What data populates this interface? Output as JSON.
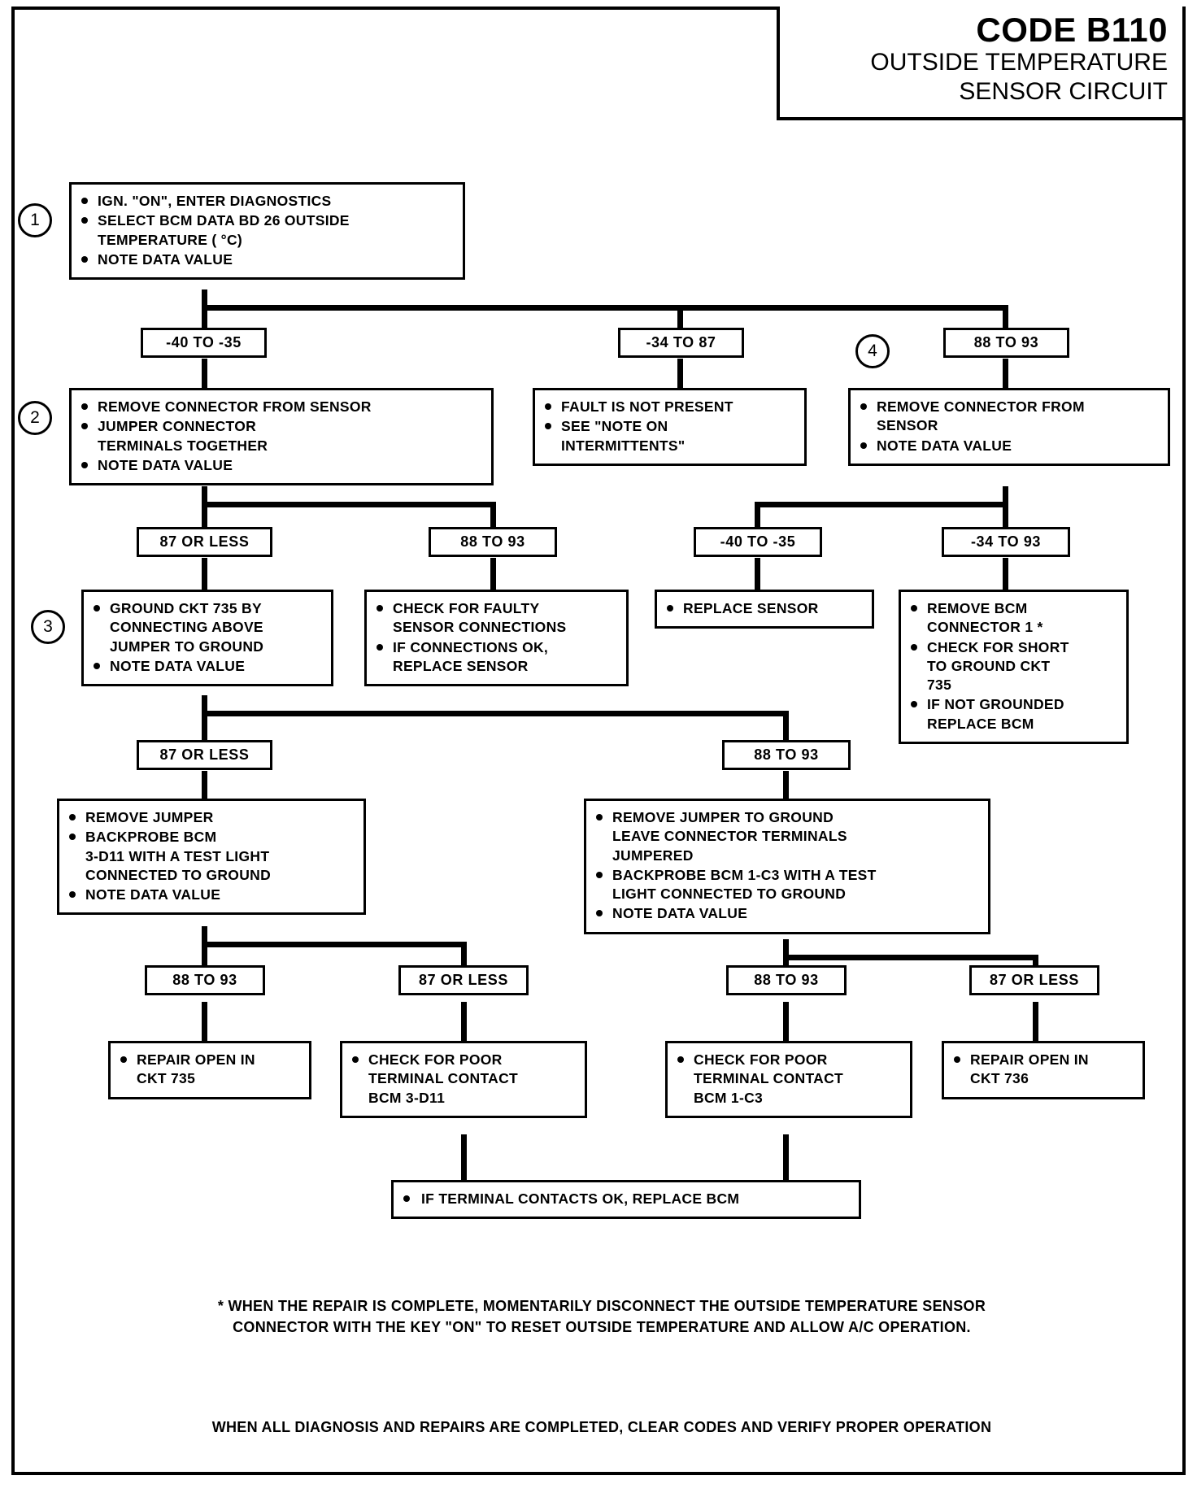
{
  "title": {
    "code": "CODE B110",
    "line2": "OUTSIDE TEMPERATURE",
    "line3": "SENSOR CIRCUIT"
  },
  "steps": {
    "s1": "1",
    "s2": "2",
    "s3": "3",
    "s4": "4"
  },
  "boxes": {
    "b1": {
      "lines": [
        "IGN. \"ON\", ENTER DIAGNOSTICS",
        "SELECT BCM DATA BD 26 OUTSIDE\nTEMPERATURE ( °C)",
        "NOTE DATA VALUE"
      ]
    },
    "b2": {
      "lines": [
        "REMOVE CONNECTOR FROM SENSOR",
        "JUMPER CONNECTOR\nTERMINALS TOGETHER",
        "NOTE DATA VALUE"
      ]
    },
    "b_fault": {
      "lines": [
        "FAULT IS NOT PRESENT",
        "SEE \"NOTE ON\nINTERMITTENTS\""
      ]
    },
    "b4": {
      "lines": [
        "REMOVE CONNECTOR FROM\nSENSOR",
        "NOTE DATA VALUE"
      ]
    },
    "b3": {
      "lines": [
        "GROUND CKT 735 BY\nCONNECTING ABOVE\nJUMPER TO GROUND",
        "NOTE  DATA VALUE"
      ]
    },
    "b_faulty_conn": {
      "lines": [
        "CHECK FOR FAULTY\nSENSOR CONNECTIONS",
        "IF CONNECTIONS OK,\nREPLACE SENSOR"
      ]
    },
    "b_replace_sensor": {
      "lines": [
        "REPLACE SENSOR"
      ]
    },
    "b_bcm_conn1": {
      "lines": [
        "REMOVE BCM\nCONNECTOR 1 *",
        "CHECK FOR SHORT\nTO GROUND CKT\n735",
        "IF NOT GROUNDED\nREPLACE BCM"
      ]
    },
    "b_remove_jumper": {
      "lines": [
        "REMOVE JUMPER",
        "BACKPROBE BCM\n3-D11 WITH A TEST LIGHT\nCONNECTED TO GROUND",
        "NOTE DATA VALUE"
      ]
    },
    "b_remove_jumper_gnd": {
      "lines": [
        "REMOVE JUMPER TO GROUND\nLEAVE CONNECTOR TERMINALS\nJUMPERED",
        "BACKPROBE BCM 1-C3 WITH A TEST\nLIGHT CONNECTED TO GROUND",
        "NOTE DATA VALUE"
      ]
    },
    "b_repair_735": {
      "lines": [
        "REPAIR OPEN IN\nCKT 735"
      ]
    },
    "b_poor_3d11": {
      "lines": [
        "CHECK FOR POOR\nTERMINAL CONTACT\nBCM 3-D11"
      ]
    },
    "b_poor_1c3": {
      "lines": [
        "CHECK FOR POOR\nTERMINAL CONTACT\nBCM 1-C3"
      ]
    },
    "b_repair_736": {
      "lines": [
        "REPAIR OPEN IN\nCKT 736"
      ]
    },
    "b_terminal_ok": {
      "lines": [
        "IF TERMINAL CONTACTS OK, REPLACE BCM"
      ]
    }
  },
  "labels": {
    "l_r1_a": "-40 TO -35",
    "l_r1_b": "-34 TO 87",
    "l_r1_c": "88 TO 93",
    "l_r2_a": "87 OR LESS",
    "l_r2_b": "88 TO 93",
    "l_r2_c": "-40 TO -35",
    "l_r2_d": "-34 TO 93",
    "l_r3_a": "87 OR LESS",
    "l_r3_b": "88 TO 93",
    "l_r4_a": "88 TO 93",
    "l_r4_b": "87 OR LESS",
    "l_r4_c": "88 TO 93",
    "l_r4_d": "87 OR LESS"
  },
  "notes": {
    "footnote_line1": "* WHEN THE REPAIR IS COMPLETE, MOMENTARILY DISCONNECT THE OUTSIDE TEMPERATURE SENSOR",
    "footnote_line2": "CONNECTOR WITH THE KEY \"ON\" TO RESET OUTSIDE TEMPERATURE AND ALLOW A/C OPERATION.",
    "bottom_note": "WHEN ALL DIAGNOSIS AND REPAIRS ARE COMPLETED, CLEAR CODES AND VERIFY PROPER OPERATION"
  }
}
